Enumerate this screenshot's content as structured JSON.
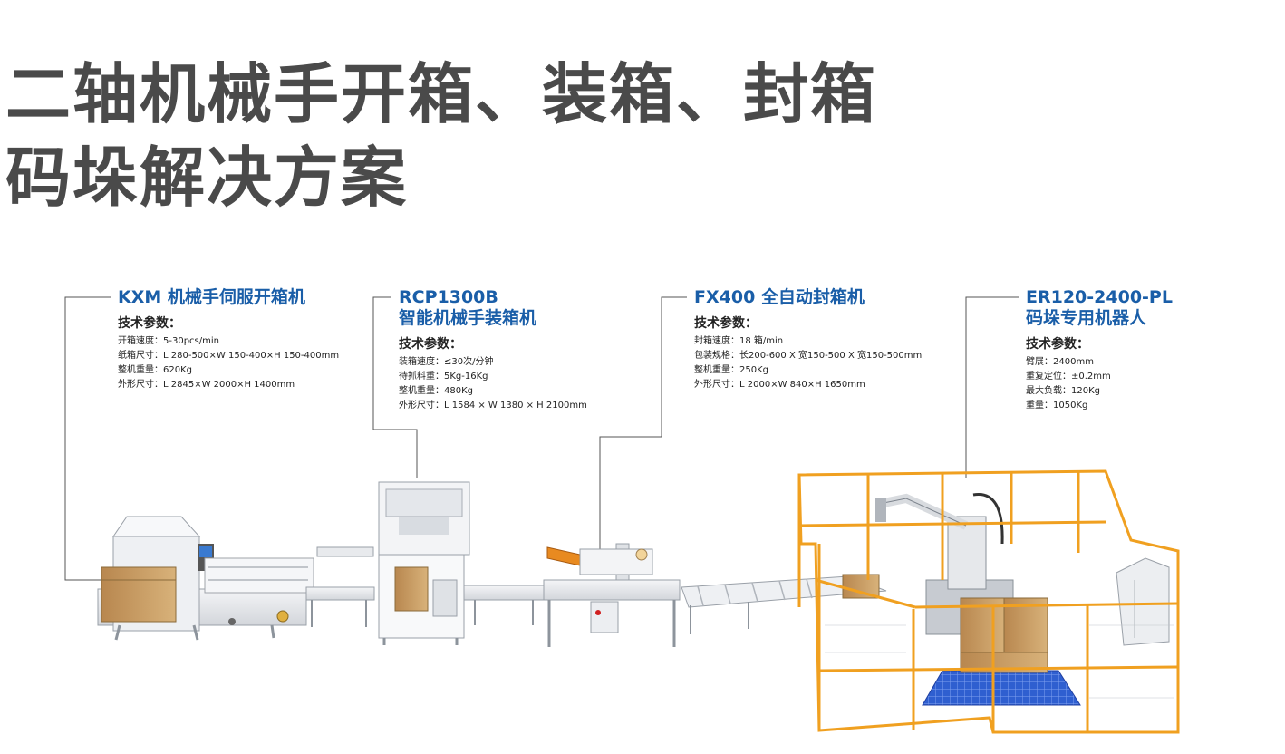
{
  "title": {
    "line1": "二轴机械手开箱、装箱、封箱",
    "line2": "码垛解决方案"
  },
  "param_label": "技术参数：",
  "machines": [
    {
      "name_line1": "KXM 机械手伺服开箱机",
      "name_line2": "",
      "specs": [
        "开箱速度：5-30pcs/min",
        "纸箱尺寸：L 280-500×W 150-400×H 150-400mm",
        "整机重量：620Kg",
        "外形尺寸：L 2845×W 2000×H 1400mm"
      ]
    },
    {
      "name_line1": "RCP1300B",
      "name_line2": "智能机械手装箱机",
      "specs": [
        "装箱速度：≤30次/分钟",
        "待抓料重：5Kg-16Kg",
        "整机重量：480Kg",
        "外形尺寸：L 1584 × W 1380 × H 2100mm"
      ]
    },
    {
      "name_line1": "FX400 全自动封箱机",
      "name_line2": "",
      "specs": [
        "封箱速度：18 箱/min",
        "包装规格：长200-600 X 宽150-500 X 宽150-500mm",
        "整机重量：250Kg",
        "外形尺寸：L 2000×W 840×H 1650mm"
      ]
    },
    {
      "name_line1": "ER120-2400-PL",
      "name_line2": "码垛专用机器人",
      "specs": [
        "臂展：2400mm",
        "重复定位：±0.2mm",
        "最大负载：120Kg",
        "重量：1050Kg"
      ]
    }
  ],
  "colors": {
    "title": "#4a4a4a",
    "accent_blue": "#1a5ea8",
    "fence_orange": "#f0a020",
    "carton": "#c9a06a",
    "pallet_blue": "#2f5fd0"
  }
}
